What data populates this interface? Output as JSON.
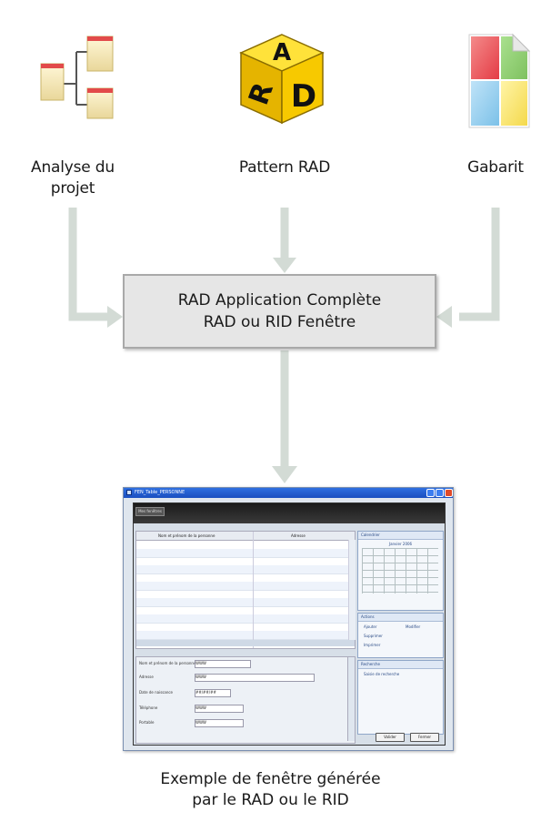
{
  "sources": [
    {
      "label_lines": [
        "Analyse du",
        "projet"
      ],
      "icon": "project-tree-icon"
    },
    {
      "label_lines": [
        "Pattern RAD"
      ],
      "icon": "rad-cube-icon"
    },
    {
      "label_lines": [
        "Gabarit"
      ],
      "icon": "template-document-icon"
    }
  ],
  "cube_letters": [
    "A",
    "R",
    "D"
  ],
  "process_box": {
    "line1": "RAD Application Complète",
    "line2": "RAD ou RID Fenêtre"
  },
  "screenshot": {
    "title": "FEN_Table_PERSONNE",
    "toolbar_button": "Mes fenêtres",
    "grid_headers": [
      "Nom et prénom de la personne",
      "Adresse"
    ],
    "calendar": {
      "title": "Calendrier",
      "month": "Janvier 2006"
    },
    "actions_panel": {
      "title": "Actions",
      "items": [
        "Ajouter",
        "Modifier",
        "Supprimer",
        "Imprimer"
      ]
    },
    "search_panel": {
      "title": "Recherche",
      "item": "Saisie de recherche"
    },
    "form_fields": [
      {
        "label": "Nom et prénom de la personne",
        "value": "WWW"
      },
      {
        "label": "Adresse",
        "value": "WWW"
      },
      {
        "label": "Date de naissance",
        "value": "##/##/##"
      },
      {
        "label": "Téléphone",
        "value": "WWW"
      },
      {
        "label": "Portable",
        "value": "WWW"
      }
    ],
    "buttons": [
      "Valider",
      "Fermer"
    ]
  },
  "caption": {
    "line1": "Exemple de fenêtre générée",
    "line2": "par le RAD ou le RID"
  },
  "colors": {
    "arrow": "#d3dbd5",
    "box_fill": "#e6e6e6",
    "box_border": "#a9a9a9"
  }
}
